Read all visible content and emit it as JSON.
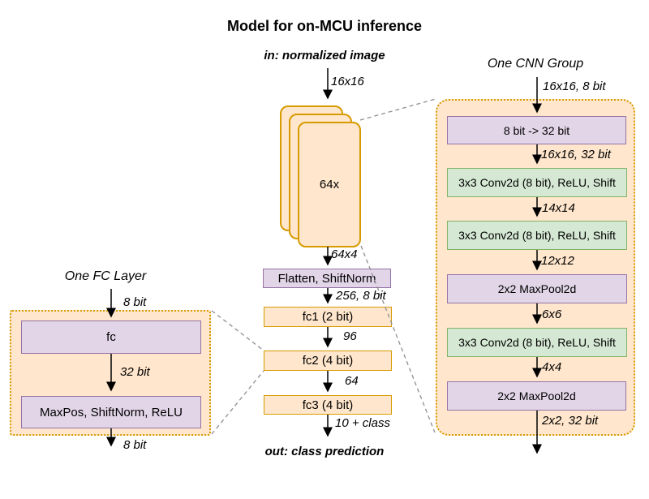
{
  "title": "Model for on-MCU inference",
  "center_flow": {
    "input_label": "in: normalized image",
    "in_arrow_label": "16x16",
    "cards_label": "64x",
    "cards_out_label": "64x4",
    "flatten_box": "Flatten, ShiftNorm",
    "flatten_out_label": "256, 8 bit",
    "fc1_box": "fc1 (2 bit)",
    "fc1_out_label": "96",
    "fc2_box": "fc2 (4 bit)",
    "fc2_out_label": "64",
    "fc3_box": "fc3 (4 bit)",
    "fc3_out_label": "10 + class",
    "output_label": "out: class prediction"
  },
  "cnn_group": {
    "title": "One CNN Group",
    "in_label": "16x16, 8 bit",
    "boxes": [
      {
        "label": "8 bit -> 32 bit",
        "style": "purple"
      },
      {
        "label": "3x3 Conv2d (8 bit), ReLU, Shift",
        "style": "green"
      },
      {
        "label": "3x3 Conv2d (8 bit), ReLU, Shift",
        "style": "green"
      },
      {
        "label": "2x2 MaxPool2d",
        "style": "purple"
      },
      {
        "label": "3x3 Conv2d (8 bit), ReLU, Shift",
        "style": "green"
      },
      {
        "label": "2x2 MaxPool2d",
        "style": "purple"
      }
    ],
    "between_labels": [
      "16x16, 32 bit",
      "14x14",
      "12x12",
      "6x6",
      "4x4"
    ],
    "out_label": "2x2, 32 bit"
  },
  "fc_group": {
    "title": "One FC Layer",
    "in_label": "8 bit",
    "boxes": [
      {
        "label": "fc",
        "style": "purple"
      },
      {
        "label": "MaxPos, ShiftNorm, ReLU",
        "style": "purple"
      }
    ],
    "mid_label": "32 bit",
    "out_label": "8 bit"
  },
  "colors": {
    "purple_fill": "#E1D5E7",
    "purple_border": "#9673A6",
    "green_fill": "#D5E8D4",
    "green_border": "#82B366",
    "peach_fill": "#FFE6CC",
    "orange_border": "#D79B00",
    "connector_gray": "#8F8F8F",
    "arrow_black": "#000000"
  }
}
